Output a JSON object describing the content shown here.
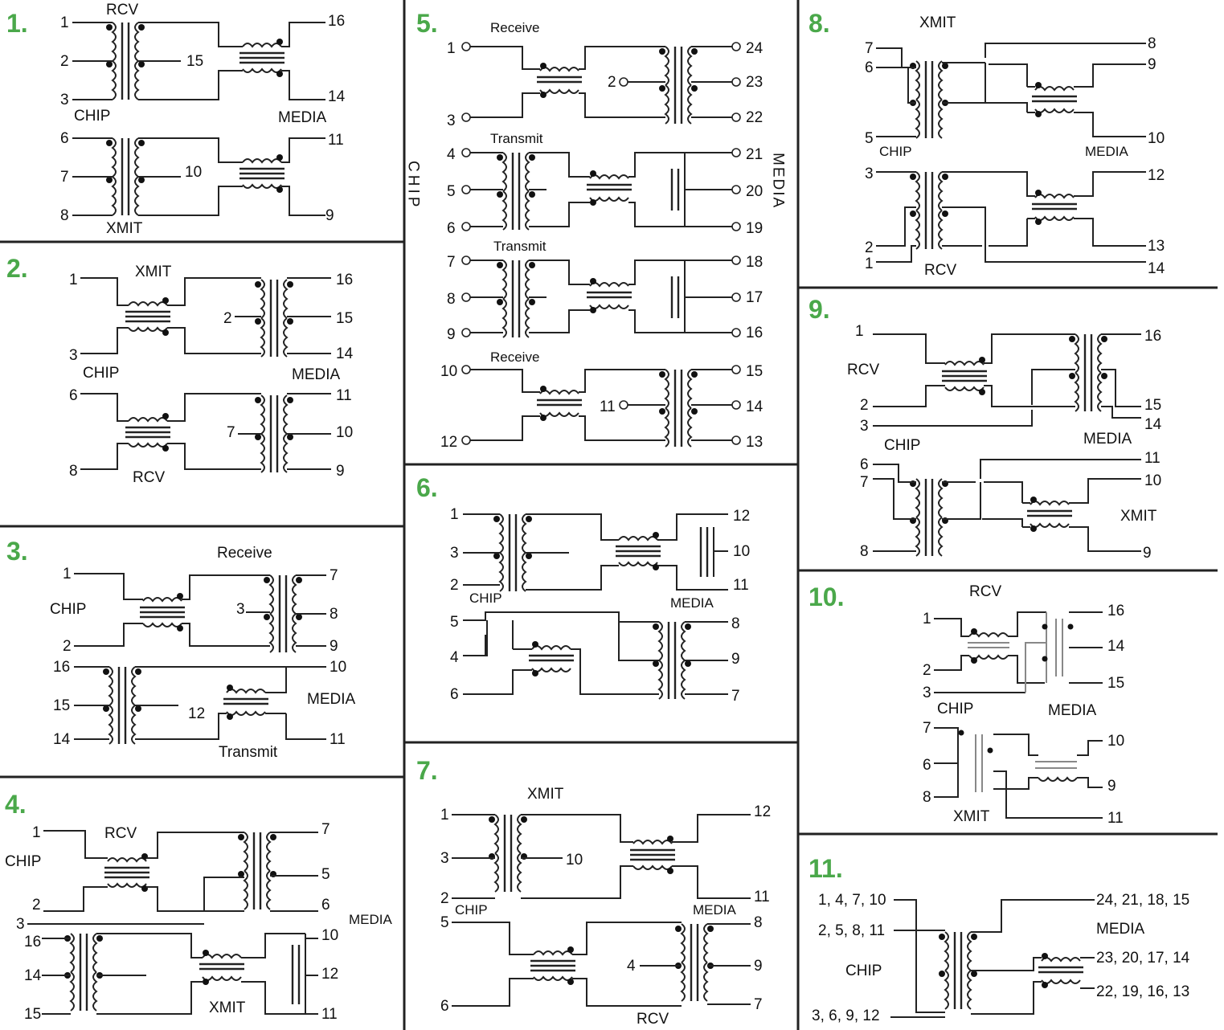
{
  "accent_color": "#4aa84a",
  "panels": [
    {
      "num": "1.",
      "labels": {
        "top": "RCV",
        "bottom": "XMIT",
        "chip": "CHIP",
        "media": "MEDIA"
      },
      "pins": [
        "1",
        "2",
        "3",
        "15",
        "16",
        "14",
        "6",
        "7",
        "8",
        "10",
        "11",
        "9"
      ]
    },
    {
      "num": "2.",
      "labels": {
        "top": "XMIT",
        "bottom": "RCV",
        "chip": "CHIP",
        "media": "MEDIA"
      },
      "pins": [
        "1",
        "3",
        "2",
        "16",
        "15",
        "14",
        "6",
        "8",
        "7",
        "11",
        "10",
        "9"
      ]
    },
    {
      "num": "3.",
      "labels": {
        "top": "Receive",
        "bottom": "Transmit",
        "chip": "CHIP",
        "media": "MEDIA"
      },
      "pins": [
        "1",
        "2",
        "3",
        "7",
        "8",
        "9",
        "16",
        "15",
        "14",
        "12",
        "10",
        "11"
      ]
    },
    {
      "num": "4.",
      "labels": {
        "top": "RCV",
        "bottom": "XMIT",
        "chip": "CHIP",
        "media": "MEDIA"
      },
      "pins": [
        "1",
        "2",
        "3",
        "7",
        "5",
        "6",
        "16",
        "14",
        "15",
        "10",
        "12",
        "11"
      ]
    },
    {
      "num": "5.",
      "labels": {
        "s1": "Receive",
        "s2": "Transmit",
        "s3": "Transmit",
        "s4": "Receive",
        "chip": "CHIP",
        "media": "MEDIA"
      },
      "pins": [
        "1",
        "3",
        "2",
        "24",
        "23",
        "22",
        "4",
        "5",
        "6",
        "21",
        "20",
        "19",
        "7",
        "8",
        "9",
        "18",
        "17",
        "16",
        "10",
        "12",
        "11",
        "15",
        "14",
        "13"
      ]
    },
    {
      "num": "6.",
      "labels": {
        "chip": "CHIP",
        "media": "MEDIA"
      },
      "pins": [
        "1",
        "3",
        "2",
        "12",
        "10",
        "11",
        "5",
        "4",
        "6",
        "8",
        "9",
        "7"
      ]
    },
    {
      "num": "7.",
      "labels": {
        "top": "XMIT",
        "bottom": "RCV",
        "chip": "CHIP",
        "media": "MEDIA"
      },
      "pins": [
        "1",
        "3",
        "2",
        "10",
        "12",
        "11",
        "5",
        "6",
        "4",
        "8",
        "9",
        "7"
      ]
    },
    {
      "num": "8.",
      "labels": {
        "top": "XMIT",
        "bottom": "RCV",
        "chip": "CHIP",
        "media": "MEDIA"
      },
      "pins": [
        "7",
        "6",
        "5",
        "8",
        "9",
        "10",
        "3",
        "2",
        "1",
        "12",
        "13",
        "14"
      ]
    },
    {
      "num": "9.",
      "labels": {
        "top": "RCV",
        "bottom": "XMIT",
        "chip": "CHIP",
        "media": "MEDIA"
      },
      "pins": [
        "1",
        "2",
        "3",
        "16",
        "15",
        "14",
        "6",
        "7",
        "8",
        "11",
        "10",
        "9"
      ]
    },
    {
      "num": "10.",
      "labels": {
        "top": "RCV",
        "bottom": "XMIT",
        "chip": "CHIP",
        "media": "MEDIA"
      },
      "pins": [
        "1",
        "2",
        "3",
        "16",
        "14",
        "15",
        "7",
        "6",
        "8",
        "10",
        "9",
        "11"
      ]
    },
    {
      "num": "11.",
      "labels": {
        "chip": "CHIP",
        "media": "MEDIA"
      },
      "pins": [
        "1, 4, 7, 10",
        "2, 5, 8, 11",
        "3, 6, 9, 12",
        "24, 21, 18, 15",
        "23, 20, 17, 14",
        "22, 19, 16, 13"
      ]
    }
  ]
}
